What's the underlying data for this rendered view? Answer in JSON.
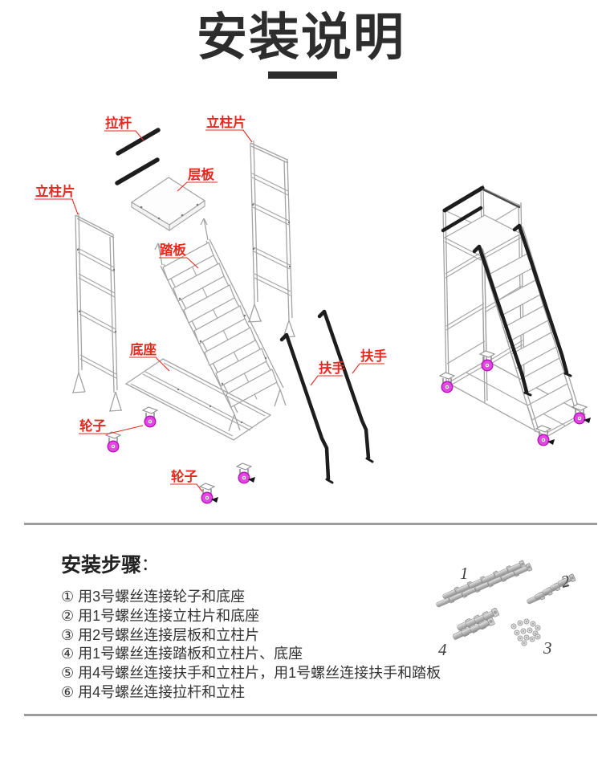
{
  "title": {
    "text": "安装说明"
  },
  "diagram": {
    "labels": {
      "lagan": "拉杆",
      "lizhupian_right": "立柱片",
      "cengban": "层板",
      "lizhupian_left": "立柱片",
      "taban": "踏板",
      "dizuo": "底座",
      "lunzi_top": "轮子",
      "lunzi_bottom": "轮子",
      "fushou_left": "扶手",
      "fushou_right": "扶手"
    },
    "colors": {
      "label": "#e8281e",
      "linework": "#a3a3a3",
      "rod": "#1d1d1d",
      "wheel": "#e545e5"
    }
  },
  "steps": {
    "heading": "安装步骤",
    "colon": "：",
    "items": [
      "① 用3号螺丝连接轮子和底座",
      "② 用1号螺丝连接立柱片和底座",
      "③ 用2号螺丝连接层板和立柱片",
      "④ 用1号螺丝连接踏板和立柱片、底座",
      "⑤ 用4号螺丝连接扶手和立柱片，用1号螺丝连接扶手和踏板",
      "⑥ 用4号螺丝连接拉杆和立柱"
    ]
  },
  "hardware": {
    "labels": [
      "1",
      "2",
      "3",
      "4"
    ]
  }
}
